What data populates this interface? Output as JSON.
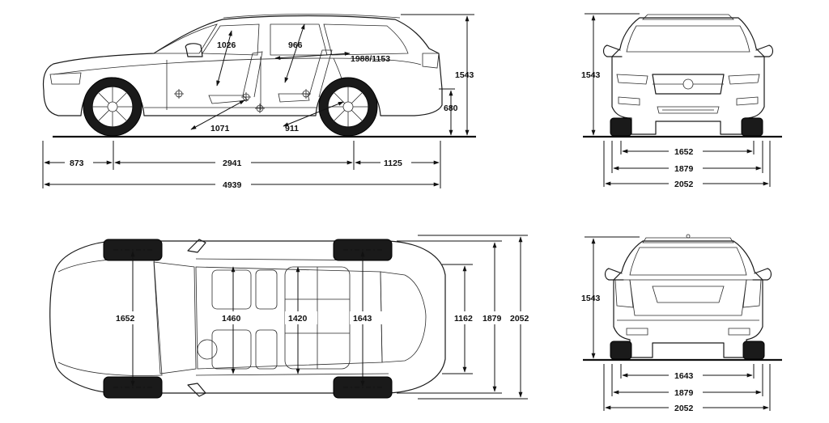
{
  "side_view": {
    "label_1026": "1026",
    "label_966": "966",
    "label_1988_1153": "1988/1153",
    "label_1543": "1543",
    "label_680": "680",
    "label_1071": "1071",
    "label_911": "911",
    "label_873": "873",
    "label_2941": "2941",
    "label_1125": "1125",
    "label_4939": "4939"
  },
  "front_view": {
    "label_1543": "1543",
    "label_1652": "1652",
    "label_1879": "1879",
    "label_2052": "2052"
  },
  "top_view": {
    "label_1652": "1652",
    "label_1460": "1460",
    "label_1420": "1420",
    "label_1643": "1643",
    "label_1162": "1162",
    "label_1879": "1879",
    "label_2052": "2052"
  },
  "rear_view": {
    "label_1543": "1543",
    "label_1643": "1643",
    "label_1879": "1879",
    "label_2052": "2052"
  }
}
